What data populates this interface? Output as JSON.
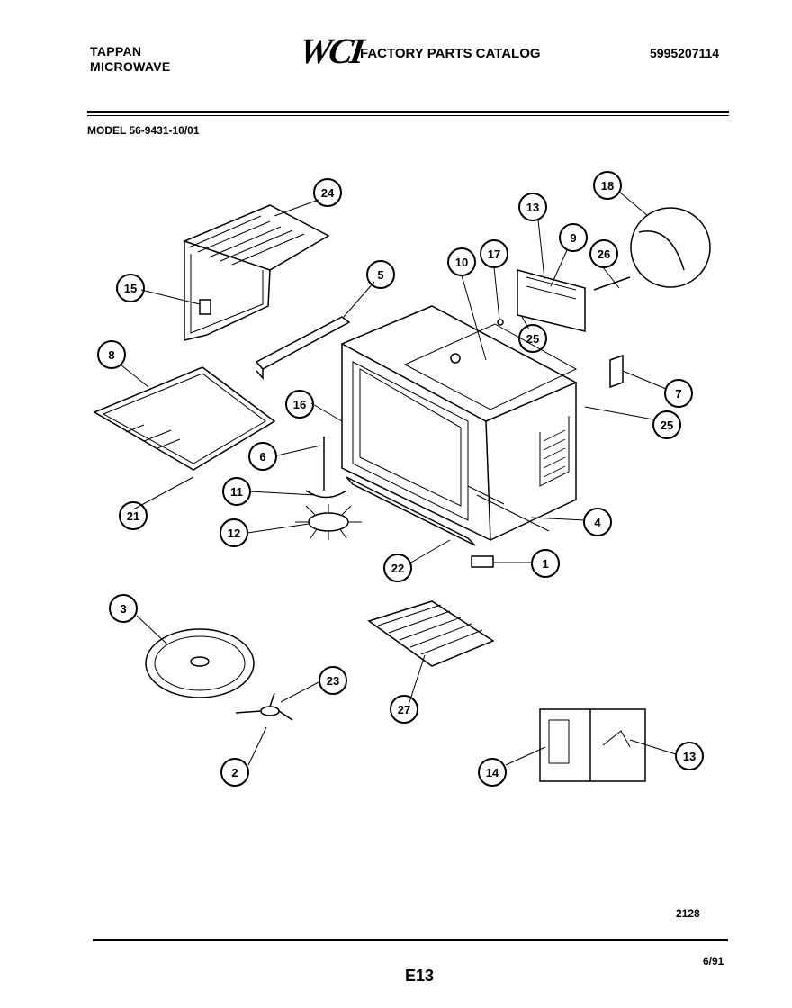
{
  "header": {
    "brand": "TAPPAN",
    "product": "MICROWAVE",
    "logo": "WCI",
    "catalog_title": "FACTORY PARTS CATALOG",
    "part_number": "5995207114"
  },
  "model_line": "MODEL 56-9431-10/01",
  "callouts": [
    "24",
    "15",
    "5",
    "8",
    "16",
    "6",
    "11",
    "21",
    "12",
    "10",
    "17",
    "13",
    "9",
    "18",
    "26",
    "25",
    "7",
    "25",
    "4",
    "1",
    "22",
    "3",
    "23",
    "2",
    "27",
    "14",
    "13"
  ],
  "footer": {
    "diagram_code": "2128",
    "page": "E13",
    "date": "6/91"
  }
}
